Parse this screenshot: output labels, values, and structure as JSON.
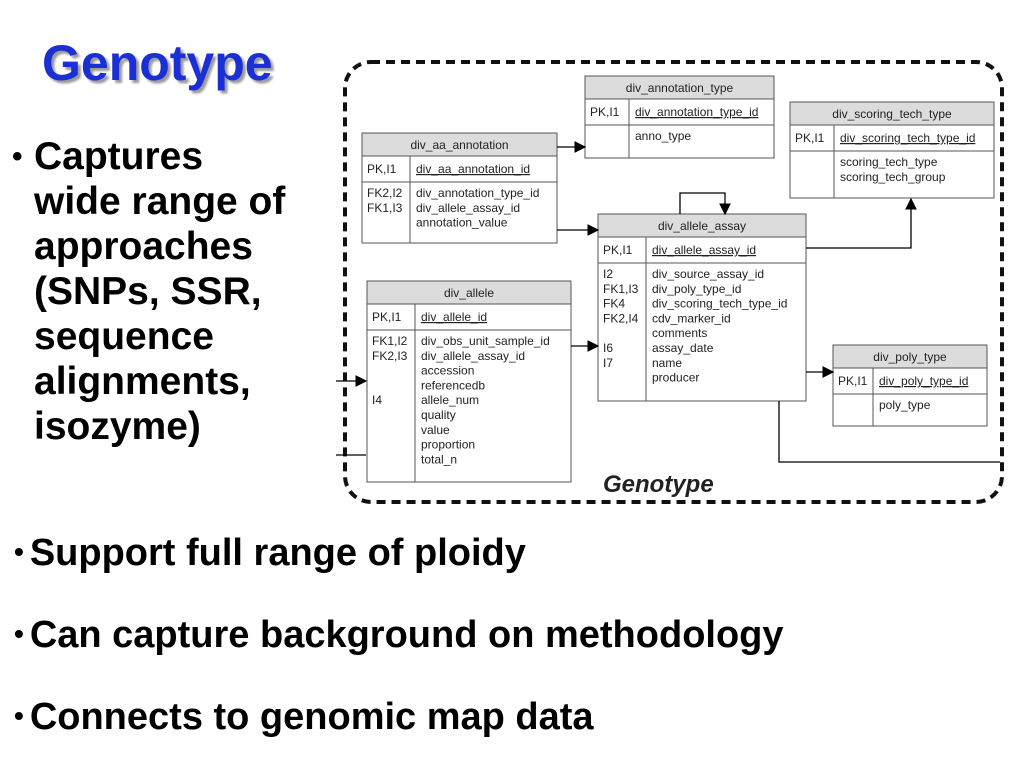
{
  "slide": {
    "title": "Genotype",
    "left_bullet": "Captures wide range of approaches (SNPs, SSR, sequence alignments, isozyme)",
    "left_bullet_lines": [
      "Captures",
      "wide range of",
      "approaches",
      "(SNPs, SSR,",
      "sequence",
      "alignments,",
      "isozyme)"
    ],
    "bottom_bullets": [
      "Support full range of ploidy",
      "Can capture background on methodology",
      "Connects to genomic map data"
    ],
    "bullet_glyph": "•"
  },
  "diagram": {
    "label": "Genotype",
    "tables": {
      "div_annotation_type": {
        "name": "div_annotation_type",
        "pk_keys": "PK,I1",
        "pk_field": "div_annotation_type_id",
        "key_lines": [],
        "field_lines": [
          "anno_type"
        ]
      },
      "div_scoring_tech_type": {
        "name": "div_scoring_tech_type",
        "pk_keys": "PK,I1",
        "pk_field": "div_scoring_tech_type_id",
        "key_lines": [],
        "field_lines": [
          "scoring_tech_type",
          "scoring_tech_group"
        ]
      },
      "div_aa_annotation": {
        "name": "div_aa_annotation",
        "pk_keys": "PK,I1",
        "pk_field": "div_aa_annotation_id",
        "key_lines": [
          "FK2,I2",
          "FK1,I3",
          ""
        ],
        "field_lines": [
          "div_annotation_type_id",
          "div_allele_assay_id",
          "annotation_value"
        ]
      },
      "div_allele_assay": {
        "name": "div_allele_assay",
        "pk_keys": "PK,I1",
        "pk_field": "div_allele_assay_id",
        "key_lines": [
          "I2",
          "FK1,I3",
          "FK4",
          "FK2,I4",
          "",
          "I6",
          "I7",
          ""
        ],
        "field_lines": [
          "div_source_assay_id",
          "div_poly_type_id",
          "div_scoring_tech_type_id",
          "cdv_marker_id",
          "comments",
          "assay_date",
          "name",
          "producer"
        ]
      },
      "div_allele": {
        "name": "div_allele",
        "pk_keys": "PK,I1",
        "pk_field": "div_allele_id",
        "key_lines": [
          "FK1,I2",
          "FK2,I3",
          "",
          "",
          "I4",
          "",
          "",
          "",
          ""
        ],
        "field_lines": [
          "div_obs_unit_sample_id",
          "div_allele_assay_id",
          "accession",
          "referencedb",
          "allele_num",
          "quality",
          "value",
          "proportion",
          "total_n"
        ]
      },
      "div_poly_type": {
        "name": "div_poly_type",
        "pk_keys": "PK,I1",
        "pk_field": "div_poly_type_id",
        "key_lines": [],
        "field_lines": [
          "poly_type"
        ]
      }
    }
  }
}
